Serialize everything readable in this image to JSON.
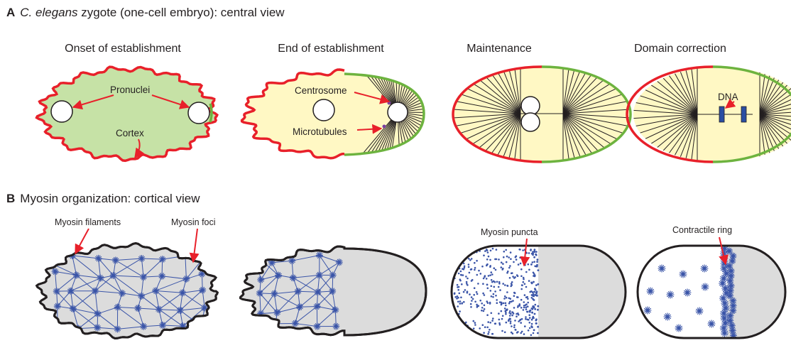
{
  "panel_a": {
    "letter": "A",
    "title_italic": "C. elegans",
    "title_rest": " zygote (one-cell embryo): central view",
    "stages": [
      {
        "title": "Onset of establishment"
      },
      {
        "title": "End of establishment"
      },
      {
        "title": "Maintenance"
      },
      {
        "title": "Domain correction"
      }
    ],
    "labels": {
      "pronuclei": "Pronuclei",
      "cortex": "Cortex",
      "centrosome": "Centrosome",
      "microtubules": "Microtubules",
      "dna": "DNA"
    }
  },
  "panel_b": {
    "letter": "B",
    "title": "Myosin organization: cortical view",
    "labels": {
      "myosin_filaments": "Myosin filaments",
      "myosin_foci": "Myosin foci",
      "myosin_puncta": "Myosin puncta",
      "contractile_ring": "Contractile ring"
    }
  },
  "colors": {
    "anterior_cortex": "#e8202a",
    "posterior_cortex": "#6db33f",
    "cytoplasm_yellow": "#fff8c4",
    "cytoplasm_green": "#c6e2a6",
    "cortical_gray": "#dcdcdc",
    "myosin_blue": "#3b55a8",
    "dna_blue": "#2a4ea3",
    "outline": "#231f20"
  }
}
